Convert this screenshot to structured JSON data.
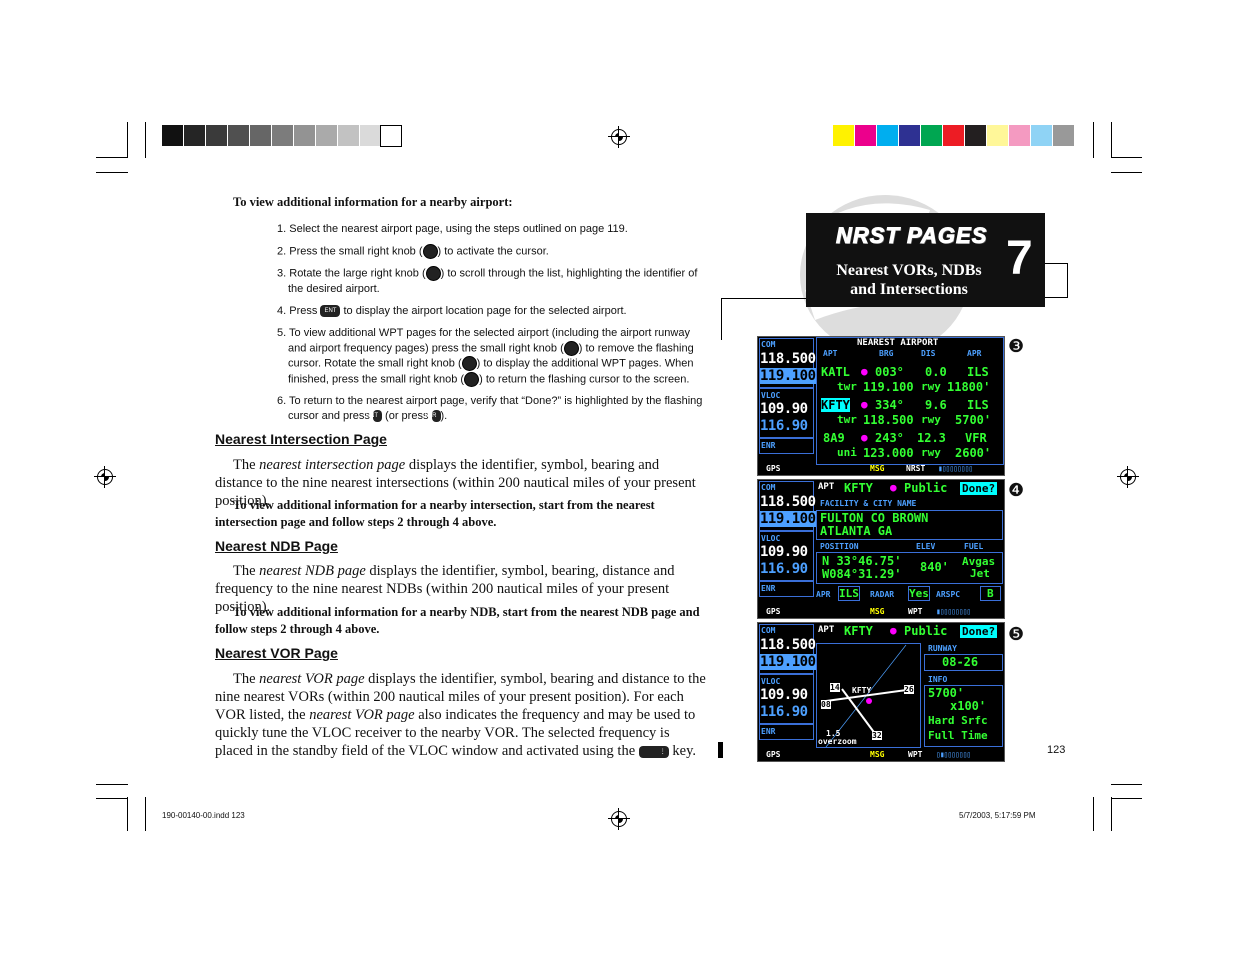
{
  "colors": {
    "accent_cyan": "#00ffff",
    "screen_green": "#33ff33",
    "screen_blue": "#4da0ff",
    "tab_black": "#111111"
  },
  "intro_heading": "To view additional information for a nearby airport:",
  "steps": [
    {
      "num": "1.",
      "text": "Select the nearest airport page, using the steps outlined on page 119."
    },
    {
      "num": "2.",
      "a": "Press the small right knob (",
      "b": ") to activate the cursor."
    },
    {
      "num": "3.",
      "a": "Rotate the large right knob (",
      "b": ") to scroll through the list, highlighting the identifier of the desired airport."
    },
    {
      "num": "4.",
      "a": "Press ",
      "b": " to display the airport location page for the selected airport."
    },
    {
      "num": "5.",
      "a": "To view additional WPT pages for the selected airport (including the airport runway and airport frequency pages) press the small right knob (",
      "b": ") to remove the flashing cursor. Rotate the small right knob (",
      "c": ") to display the additional WPT pages. When finished, press the small right knob (",
      "d": ") to return the flashing cursor to the screen."
    },
    {
      "num": "6.",
      "a": "To return to the nearest airport page, verify that “Done?” is highlighted by the flashing cursor and press ",
      "b": " (or press ",
      "c": ")."
    }
  ],
  "keys": {
    "ent": "ENT",
    "clr": "CLR"
  },
  "sections": [
    {
      "heading": "Nearest Intersection Page",
      "para_a": "The ",
      "para_em": "nearest intersection page",
      "para_b": " displays the identifier, symbol, bearing and distance to the nine nearest intersections (within 200 nautical miles of your present position).",
      "bold": "To view additional information for a nearby intersection, start from the nearest intersection page and follow steps 2 through 4 above."
    },
    {
      "heading": "Nearest NDB Page",
      "para_a": "The ",
      "para_em": "nearest NDB page",
      "para_b": " displays the identifier, symbol, bearing, distance and frequency to the nine nearest NDBs (within 200 nautical miles of your present position).",
      "bold": "To view additional information for a nearby NDB, start from the nearest NDB page and follow steps 2 through 4 above."
    },
    {
      "heading": "Nearest VOR Page",
      "para_a": "The ",
      "para_em": "nearest VOR page",
      "para_b": " displays the identifier, symbol, bearing and distance to the nine nearest VORs (within 200 nautical miles of your present position). For each VOR listed, the ",
      "para_em2": "nearest VOR page",
      "para_c": " also indicates the frequency and may be used to quickly tune the VLOC receiver to the nearby VOR. The selected frequency is placed in the standby field of the VLOC window and activated using the ",
      "para_d": " key."
    }
  ],
  "chapter": {
    "title": "NRST PAGES",
    "subtitle_1": "Nearest VORs, NDBs",
    "subtitle_2": "and Intersections",
    "number": "7"
  },
  "page_number": "123",
  "footer": {
    "file": "190-00140-00.indd   123",
    "date": "5/7/2003, 5:17:59 PM"
  },
  "figures": [
    {
      "marker": "❸"
    },
    {
      "marker": "❹"
    },
    {
      "marker": "❺"
    }
  ],
  "screens": {
    "common": {
      "com": "COM",
      "com_active": "118.500",
      "com_standby": "119.100",
      "vloc": "VLOC",
      "vloc_active": "109.90",
      "vloc_standby": "116.90",
      "enr": "ENR",
      "gps": "GPS",
      "msg": "MSG"
    },
    "nearest_airport": {
      "title": "NEAREST AIRPORT",
      "headers": [
        "APT",
        "BRG",
        "DIS",
        "APR"
      ],
      "rows": [
        {
          "id": "KATL",
          "brg": "003°",
          "dis": "0.0",
          "apr": "ILS",
          "sub_a": "twr",
          "freq": "119.100",
          "sub_b": "rwy",
          "rwy": "11800'"
        },
        {
          "id": "KFTY",
          "brg": "334°",
          "dis": "9.6",
          "apr": "ILS",
          "sub_a": "twr",
          "freq": "118.500",
          "sub_b": "rwy",
          "rwy": "5700'"
        },
        {
          "id": "8A9",
          "brg": "243°",
          "dis": "12.3",
          "apr": "VFR",
          "sub_a": "uni",
          "freq": "123.000",
          "sub_b": "rwy",
          "rwy": "2600'"
        }
      ],
      "page": "NRST"
    },
    "airport_location": {
      "apt": "APT",
      "id": "KFTY",
      "type": "Public",
      "done": "Done?",
      "facility_label": "FACILITY & CITY NAME",
      "name_1": "FULTON CO BROWN",
      "name_2": "ATLANTA GA",
      "position_label": "POSITION",
      "elev_label": "ELEV",
      "fuel_label": "FUEL",
      "lat": "N 33°46.75'",
      "lon": "W084°31.29'",
      "elev": "840'",
      "fuel_1": "Avgas",
      "fuel_2": "Jet",
      "apr_label": "APR",
      "apr": "ILS",
      "radar_label": "RADAR",
      "radar": "Yes",
      "arspc_label": "ARSPC",
      "arspc": "B",
      "page": "WPT"
    },
    "airport_runway": {
      "apt": "APT",
      "id": "KFTY",
      "type": "Public",
      "done": "Done?",
      "runway_label": "RUNWAY",
      "runway": "08-26",
      "info_label": "INFO",
      "info_1": "5700'",
      "info_2": "x100'",
      "info_3": "Hard Srfc",
      "info_4": "Full Time",
      "map_id": "KFTY",
      "rw_14": "14",
      "rw_26": "26",
      "rw_08": "08",
      "rw_32": "32",
      "scale": "1.5",
      "overzoom": "overzoom",
      "page": "WPT"
    }
  }
}
